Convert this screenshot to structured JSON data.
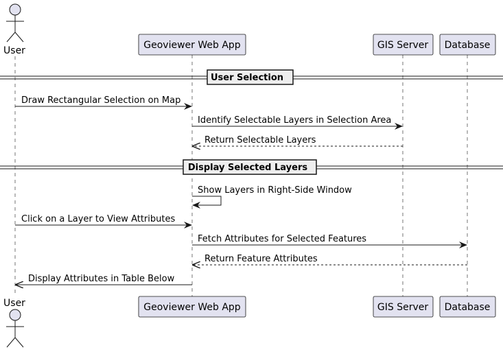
{
  "participants": [
    {
      "id": "user",
      "label": "User",
      "kind": "actor"
    },
    {
      "id": "app",
      "label": "Geoviewer Web App",
      "kind": "participant"
    },
    {
      "id": "gis",
      "label": "GIS Server",
      "kind": "participant"
    },
    {
      "id": "db",
      "label": "Database",
      "kind": "participant"
    }
  ],
  "dividers": [
    {
      "label": "User Selection"
    },
    {
      "label": "Display Selected Layers"
    }
  ],
  "messages": [
    {
      "from": "user",
      "to": "app",
      "label": "Draw Rectangular Selection on Map",
      "style": "solid"
    },
    {
      "from": "app",
      "to": "gis",
      "label": "Identify Selectable Layers in Selection Area",
      "style": "solid"
    },
    {
      "from": "gis",
      "to": "app",
      "label": "Return Selectable Layers",
      "style": "dashed"
    },
    {
      "from": "app",
      "to": "app",
      "label": "Show Layers in Right-Side Window",
      "style": "solid"
    },
    {
      "from": "user",
      "to": "app",
      "label": "Click on a Layer to View Attributes",
      "style": "solid"
    },
    {
      "from": "app",
      "to": "db",
      "label": "Fetch Attributes for Selected Features",
      "style": "solid"
    },
    {
      "from": "db",
      "to": "app",
      "label": "Return Feature Attributes",
      "style": "dashed"
    },
    {
      "from": "app",
      "to": "user",
      "label": "Display Attributes in Table Below",
      "style": "solid"
    }
  ],
  "colors": {
    "participant_fill": "#e2e2f0",
    "participant_border": "#181818",
    "lifeline": "#181818",
    "arrow": "#181818",
    "divider_fill": "#eeeeee"
  }
}
